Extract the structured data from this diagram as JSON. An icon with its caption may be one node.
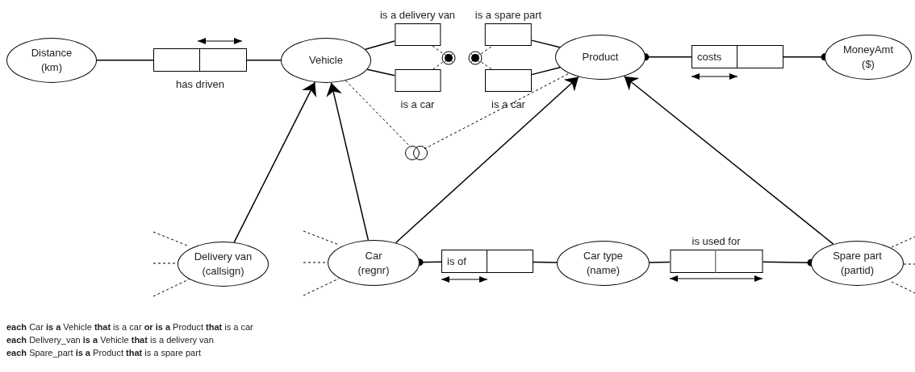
{
  "diagram": {
    "nodes": [
      {
        "text": [
          "Distance",
          "(km)"
        ]
      },
      {
        "text": [
          "has driven"
        ]
      },
      {
        "text": [
          "Vehicle"
        ]
      },
      {
        "text": [
          "is a delivery van"
        ]
      },
      {
        "text": [
          "is a car"
        ]
      },
      {
        "text": [],
        "shape": "circle"
      },
      {
        "text": [],
        "shape": "circle"
      },
      {
        "text": [
          "is a spare part"
        ]
      },
      {
        "text": [
          "is a car"
        ]
      },
      {
        "text": [
          "Product"
        ]
      },
      {
        "text": [
          "costs"
        ]
      },
      {
        "text": [
          "MoneyAmt",
          "($)"
        ]
      },
      {
        "text": [],
        "shape": "circle"
      },
      {
        "text": [
          "Delivery van",
          "(callsign)"
        ]
      },
      {
        "text": [
          "Car",
          "(regnr)"
        ]
      },
      {
        "text": [
          "is of"
        ]
      },
      {
        "text": [
          "Car type",
          "(name)"
        ]
      },
      {
        "text": [
          "is used for"
        ]
      },
      {
        "text": [
          "Spare part",
          "(partid)"
        ]
      }
    ],
    "edges": [
      {
        "from": 0,
        "to": 1,
        "arrow": "none"
      },
      {
        "from": 1,
        "to": 2,
        "arrow": "none"
      },
      {
        "from": 2,
        "to": 3,
        "arrow": "none"
      },
      {
        "from": 2,
        "to": 4,
        "arrow": "none"
      },
      {
        "from": 3,
        "to": 5,
        "arrow": "none",
        "style": "dashed"
      },
      {
        "from": 4,
        "to": 5,
        "arrow": "none",
        "style": "dashed"
      },
      {
        "from": 6,
        "to": 7,
        "arrow": "none",
        "style": "dashed"
      },
      {
        "from": 6,
        "to": 8,
        "arrow": "none",
        "style": "dashed"
      },
      {
        "from": 7,
        "to": 9,
        "arrow": "none"
      },
      {
        "from": 8,
        "to": 9,
        "arrow": "none"
      },
      {
        "from": 9,
        "to": 10,
        "arrow": "other"
      },
      {
        "from": 11,
        "to": 10,
        "arrow": "other"
      },
      {
        "from": 2,
        "to": 12,
        "arrow": "none",
        "style": "dashed"
      },
      {
        "from": 12,
        "to": 9,
        "arrow": "none",
        "style": "dashed"
      },
      {
        "from": 13,
        "to": 2,
        "arrow": "to"
      },
      {
        "from": 14,
        "to": 2,
        "arrow": "to"
      },
      {
        "from": 14,
        "to": 9,
        "arrow": "to"
      },
      {
        "from": 18,
        "to": 9,
        "arrow": "to"
      },
      {
        "from": 14,
        "to": 15,
        "arrow": "other"
      },
      {
        "from": 15,
        "to": 16,
        "arrow": "none"
      },
      {
        "from": 17,
        "to": 16,
        "arrow": "none"
      },
      {
        "from": 18,
        "to": 17,
        "arrow": "other"
      }
    ],
    "labels": [
      "**each** Car **is a** Vehicle **that** is a car **or is a** Product **that** is a car",
      "**each** Delivery_van **is a** Vehicle **that** is a delivery van",
      "**each** Spare_part **is a** Product **that** is a spare part"
    ]
  }
}
